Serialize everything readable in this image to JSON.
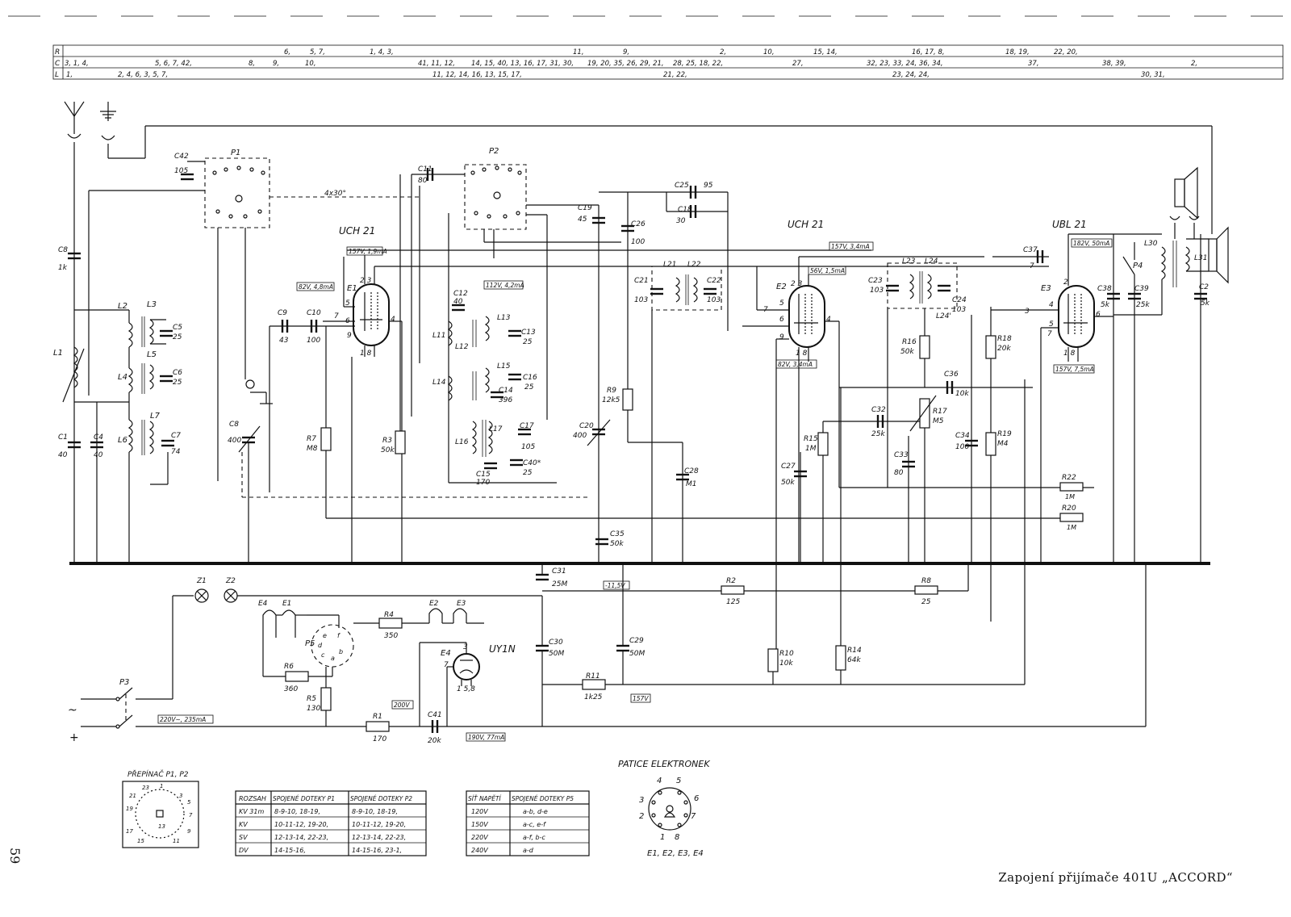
{
  "header_rows": {
    "labels": [
      "R",
      "C",
      "L"
    ],
    "R": [
      "6,",
      "5, 7,",
      "1, 4, 3,",
      "11,",
      "9,",
      "2,",
      "10,",
      "15, 14,",
      "16, 17, 8,",
      "18, 19,",
      "22, 20,"
    ],
    "C": [
      "3, 1, 4,",
      "5, 6, 7, 42,",
      "8,",
      "9,",
      "10,",
      "41, 11, 12,",
      "14, 15, 40, 13, 16, 17, 31, 30,",
      "19, 20, 35, 26, 29, 21,",
      "28, 25, 18, 22,",
      "27,",
      "32, 23, 33, 24, 36, 34,",
      "37,",
      "38, 39,",
      "2,"
    ],
    "L": [
      "1,",
      "2, 4, 6, 3, 5, 7,",
      "11, 12, 14, 16, 13, 15, 17,",
      "21, 22,",
      "23, 24, 24,",
      "30, 31,"
    ]
  },
  "tubes": [
    {
      "ref": "E1",
      "type": "UCH 21"
    },
    {
      "ref": "E2",
      "type": "UCH 21"
    },
    {
      "ref": "E3",
      "type": "UBL 21"
    },
    {
      "ref": "E4",
      "type": "UY1N"
    }
  ],
  "voltage_tags": [
    "157V, 1,9mA",
    "82V, 4,8mA",
    "112V, 4,2mA",
    "157V, 3,4mA",
    "56V, 1,5mA",
    "82V, 3,4mA",
    "182V, 50mA",
    "157V, 7,5mA",
    "-11,5V",
    "157V",
    "200V",
    "190V, 77mA",
    "220V~, 235mA"
  ],
  "components": {
    "C42": "105",
    "C8": "1k",
    "C1": "40",
    "C4": "40",
    "C5": "25",
    "C6": "25",
    "C7": "74",
    "C8b": "400",
    "C9": "43",
    "C10": "100",
    "C11": "80",
    "C12": "40",
    "C13": "25",
    "C14": "396",
    "C16": "25",
    "C17": "105",
    "C15": "170",
    "C40": "25",
    "C19": "45",
    "C20": "400",
    "C25": "95",
    "C18": "30",
    "C26": "100",
    "C21": "103",
    "C22": "103",
    "C28": "M1",
    "C35": "50k",
    "C23": "103",
    "C24": "103",
    "C27": "50k",
    "C32": "25k",
    "C33": "80",
    "C36": "10k",
    "C34": "100",
    "C37": "7",
    "C38": "5k",
    "C39": "25k",
    "C2": "5k",
    "C31": "25M",
    "C30": "50M",
    "C29": "50M",
    "C41": "20k",
    "R7": "M8",
    "R3": "50k",
    "R9": "12k5",
    "R15": "1M",
    "R16": "50k",
    "R17": "M5",
    "R18": "20k",
    "R19": "M4",
    "R22": "1M",
    "R20": "1M",
    "R2": "125",
    "R8": "25",
    "R4": "350",
    "R6": "360",
    "R5": "130",
    "R1": "170",
    "R11": "1k25",
    "R10": "10k",
    "R14": "64k"
  },
  "other_labels": [
    "P1",
    "P2",
    "P3",
    "P4",
    "P5",
    "Z1",
    "Z2",
    "4x30°",
    "L1",
    "L2",
    "L3",
    "L4",
    "L5",
    "L6",
    "L7",
    "L11",
    "L12",
    "L13",
    "L14",
    "L15",
    "L16",
    "L17",
    "L21",
    "L22",
    "L23",
    "L24",
    "L24'",
    "L30",
    "L31",
    "~",
    "+"
  ],
  "switch_title": "PŘEPÍNAČ P1, P2",
  "range_table": {
    "headers": [
      "ROZSAH",
      "SPOJENÉ DOTEKY P1",
      "SPOJENÉ DOTEKY P2"
    ],
    "rows": [
      [
        "KV 31m",
        "8-9-10, 18-19,",
        "8-9-10, 18-19,"
      ],
      [
        "KV",
        "10-11-12, 19-20,",
        "10-11-12, 19-20,"
      ],
      [
        "SV",
        "12-13-14, 22-23,",
        "12-13-14, 22-23,"
      ],
      [
        "DV",
        "14-15-16,",
        "14-15-16, 23-1,"
      ]
    ]
  },
  "mains_table": {
    "headers": [
      "SÍŤ NAPĚTÍ",
      "SPOJENÉ DOTEKY P5"
    ],
    "rows": [
      [
        "120V",
        "a-b, d-e"
      ],
      [
        "150V",
        "a-c, e-f"
      ],
      [
        "220V",
        "a-f, b-c"
      ],
      [
        "240V",
        "a-d"
      ]
    ]
  },
  "socket": {
    "title": "PATICE ELEKTRONEK",
    "pins": [
      "4",
      "5",
      "3",
      "6",
      "2",
      "7",
      "1",
      "8"
    ],
    "caption": "E1, E2, E3, E4"
  },
  "footer": {
    "caption": "Zapojení přijímače 401U „ACCORD“",
    "page_number": "59"
  }
}
